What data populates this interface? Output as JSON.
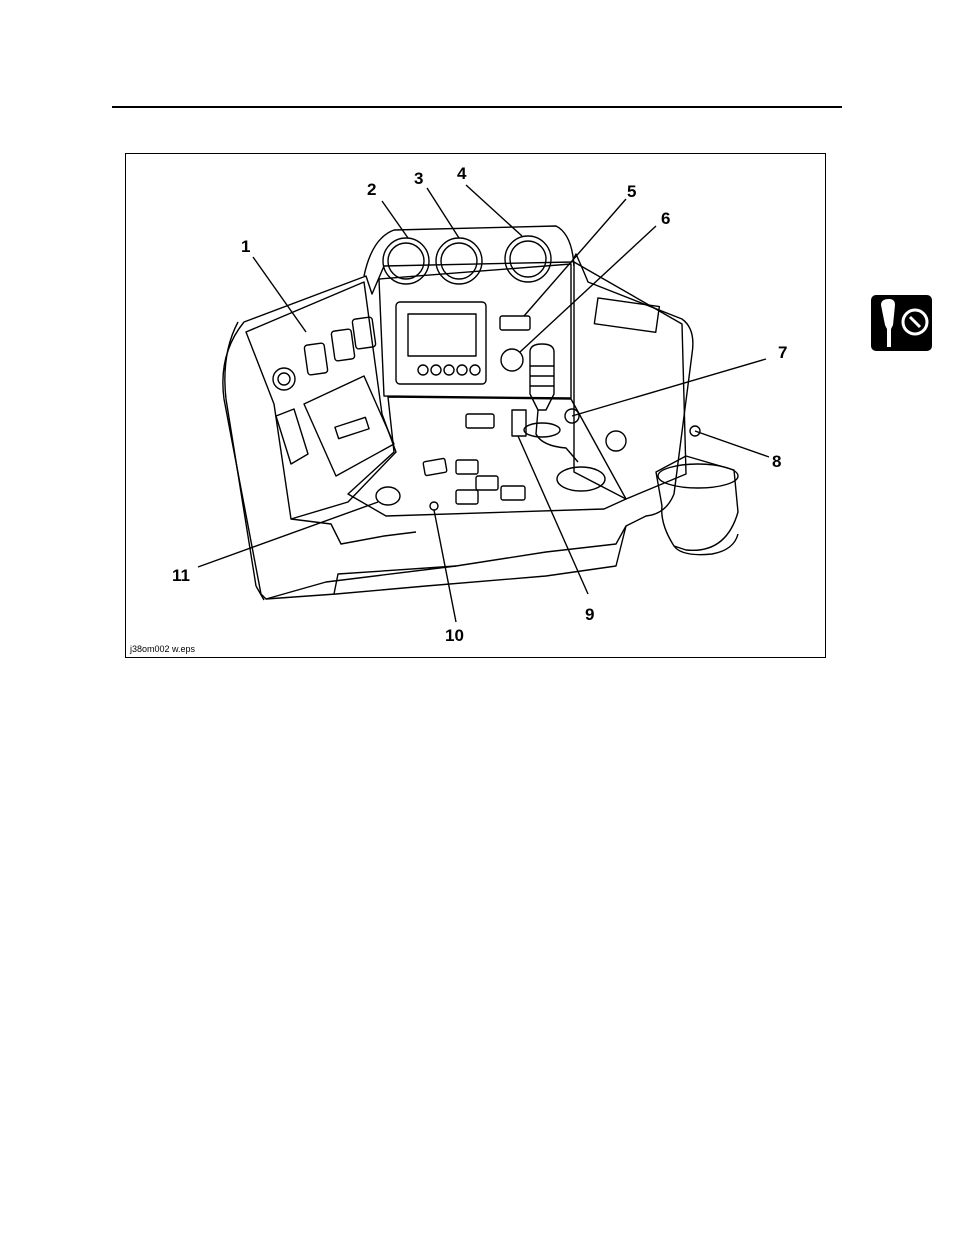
{
  "figure": {
    "file_label": "j38om002 w.eps",
    "callouts": [
      "1",
      "2",
      "3",
      "4",
      "5",
      "6",
      "7",
      "8",
      "9",
      "10",
      "11"
    ]
  },
  "tab": {
    "icon": "joystick-control-icon"
  }
}
